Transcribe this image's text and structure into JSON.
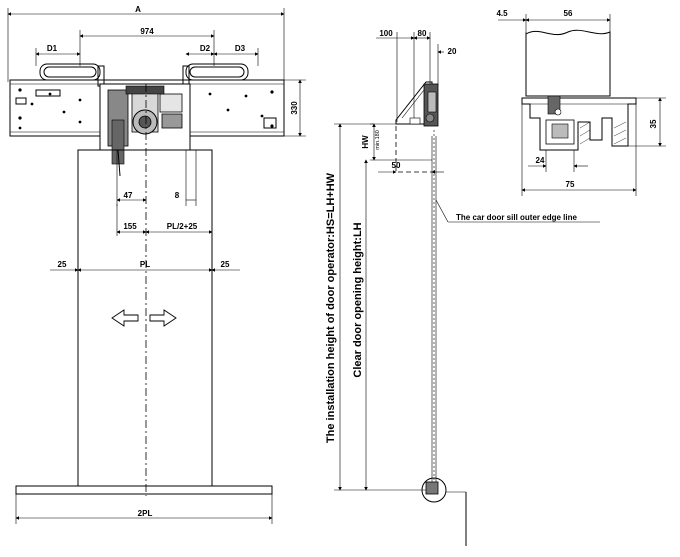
{
  "front_view": {
    "dim_a": "A",
    "dim_974": "974",
    "dim_d1": "D1",
    "dim_d2": "D2",
    "dim_d3": "D3",
    "dim_330": "330",
    "dim_47": "47",
    "dim_8": "8",
    "dim_155": "155",
    "dim_pl_half": "PL/2+25",
    "dim_25_left": "25",
    "dim_pl": "PL",
    "dim_25_right": "25",
    "dim_2pl": "2PL"
  },
  "side_view": {
    "dim_100": "100",
    "dim_80": "80",
    "dim_20": "20",
    "dim_hw": "HW",
    "dim_min180": "min.180",
    "dim_50": "50",
    "label_install_height": "The installation height of door operator:HS=LH+HW",
    "label_clear_height": "Clear door opening height:LH",
    "label_sill_edge": "The car door sill outer edge line"
  },
  "detail_view": {
    "dim_4_5": "4.5",
    "dim_56": "56",
    "dim_35": "35",
    "dim_24": "24",
    "dim_75": "75"
  }
}
